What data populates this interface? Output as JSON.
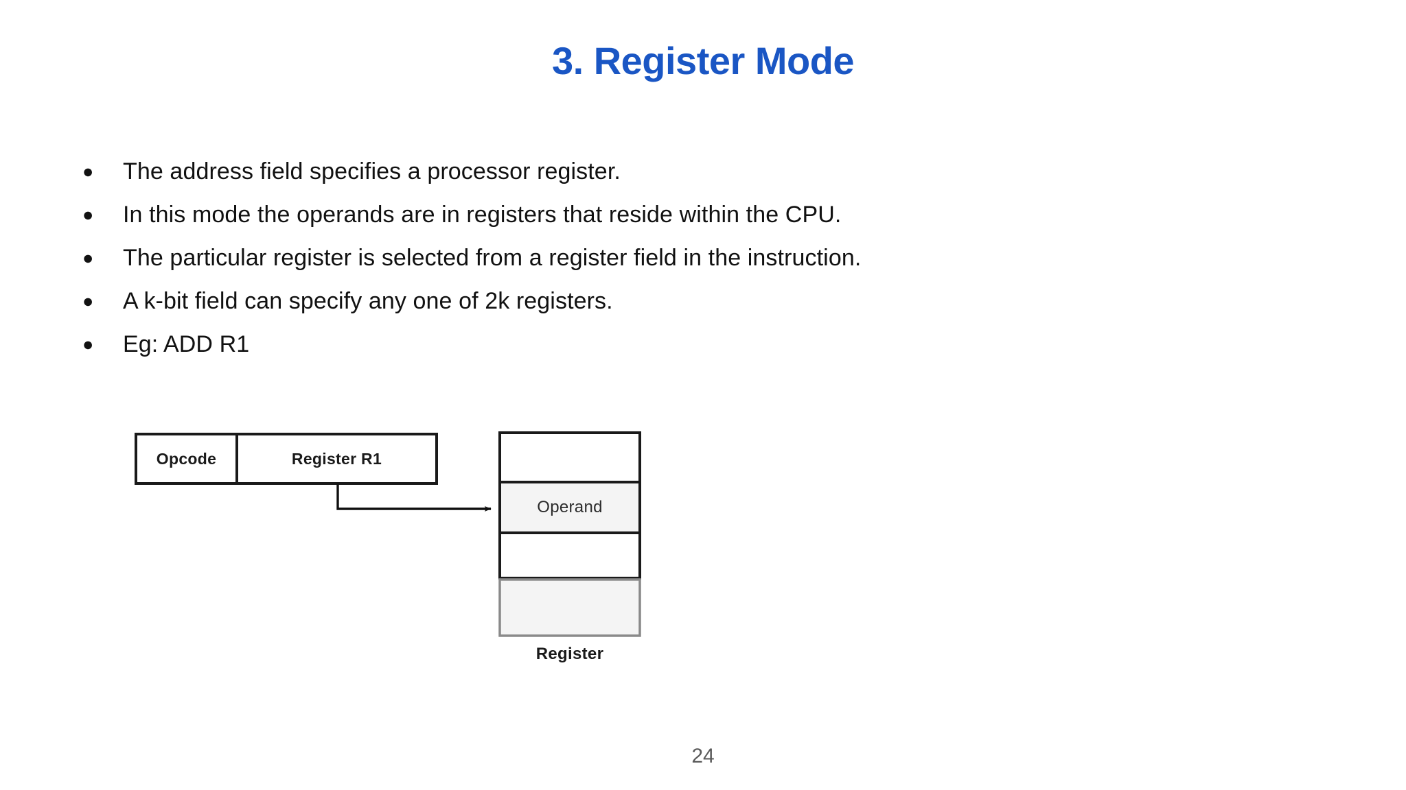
{
  "slide": {
    "title": "3. Register Mode",
    "title_color": "#1A56C4",
    "page_number": "24"
  },
  "bullets": [
    {
      "marker": "●",
      "text": "The address field specifies a processor register."
    },
    {
      "marker": "●",
      "text": "In this mode the operands are in registers that reside within the CPU."
    },
    {
      "marker": "●",
      "text": "The particular register is selected from a register field in the instruction."
    },
    {
      "marker": "●",
      "text": "A k-bit field can specify any one of 2k registers."
    },
    {
      "marker": "●",
      "text": "Eg: ADD R1"
    }
  ],
  "diagram": {
    "instruction": {
      "fields": [
        {
          "label": "Opcode"
        },
        {
          "label": "Register R1"
        }
      ]
    },
    "register_file": {
      "caption": "Register",
      "cells": [
        {
          "label": "",
          "fill": "#ffffff"
        },
        {
          "label": "Operand",
          "fill": "#f4f4f4"
        },
        {
          "label": "",
          "fill": "#ffffff"
        },
        {
          "label": "",
          "fill": "#f4f4f4"
        }
      ]
    },
    "connector": {
      "kind": "arrow",
      "from": "register-field",
      "to": "operand-cell"
    }
  }
}
